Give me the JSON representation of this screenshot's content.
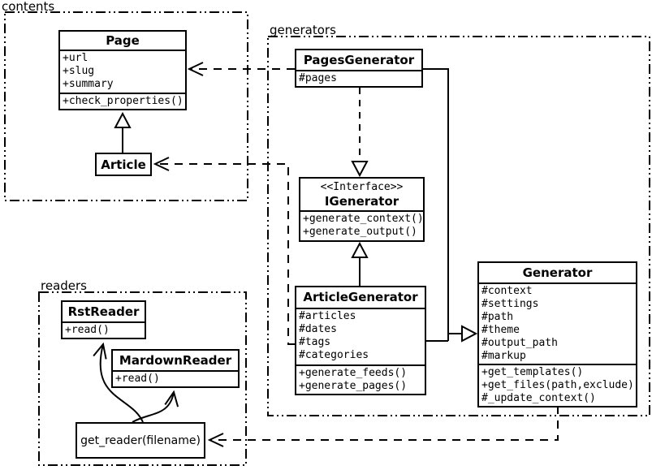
{
  "diagram": {
    "packages": {
      "contents": {
        "label": "contents"
      },
      "generators": {
        "label": "generators"
      },
      "readers": {
        "label": "readers"
      }
    },
    "classes": {
      "page": {
        "name": "Page",
        "attrs": [
          "+url",
          "+slug",
          "+summary"
        ],
        "methods": [
          "+check_properties()"
        ]
      },
      "article": {
        "name": "Article"
      },
      "pages_generator": {
        "name": "PagesGenerator",
        "attrs": [
          "#pages"
        ]
      },
      "igenerator": {
        "stereotype": "<<Interface>>",
        "name": "IGenerator",
        "methods": [
          "+generate_context()",
          "+generate_output()"
        ]
      },
      "article_generator": {
        "name": "ArticleGenerator",
        "attrs": [
          "#articles",
          "#dates",
          "#tags",
          "#categories"
        ],
        "methods": [
          "+generate_feeds()",
          "+generate_pages()"
        ]
      },
      "generator": {
        "name": "Generator",
        "attrs": [
          "#context",
          "#settings",
          "#path",
          "#theme",
          "#output_path",
          "#markup"
        ],
        "methods": [
          "+get_templates()",
          "+get_files(path,exclude)",
          "#_update_context()"
        ]
      },
      "rst_reader": {
        "name": "RstReader",
        "methods": [
          "+read()"
        ]
      },
      "mardown_reader": {
        "name": "MardownReader",
        "methods": [
          "+read()"
        ]
      },
      "get_reader": {
        "name": "get_reader(filename)"
      }
    },
    "relationships": [
      {
        "from": "Article",
        "to": "Page",
        "type": "generalization"
      },
      {
        "from": "PagesGenerator",
        "to": "Page",
        "type": "dependency"
      },
      {
        "from": "ArticleGenerator",
        "to": "Article",
        "type": "dependency"
      },
      {
        "from": "PagesGenerator",
        "to": "IGenerator",
        "type": "realization"
      },
      {
        "from": "ArticleGenerator",
        "to": "IGenerator",
        "type": "generalization"
      },
      {
        "from": "PagesGenerator",
        "to": "Generator",
        "type": "generalization"
      },
      {
        "from": "ArticleGenerator",
        "to": "Generator",
        "type": "generalization"
      },
      {
        "from": "Generator",
        "to": "get_reader(filename)",
        "type": "dependency"
      },
      {
        "from": "get_reader(filename)",
        "to": "RstReader",
        "type": "call"
      },
      {
        "from": "get_reader(filename)",
        "to": "MardownReader",
        "type": "call"
      }
    ],
    "colors": {
      "line": "#000000",
      "background": "#ffffff"
    }
  }
}
